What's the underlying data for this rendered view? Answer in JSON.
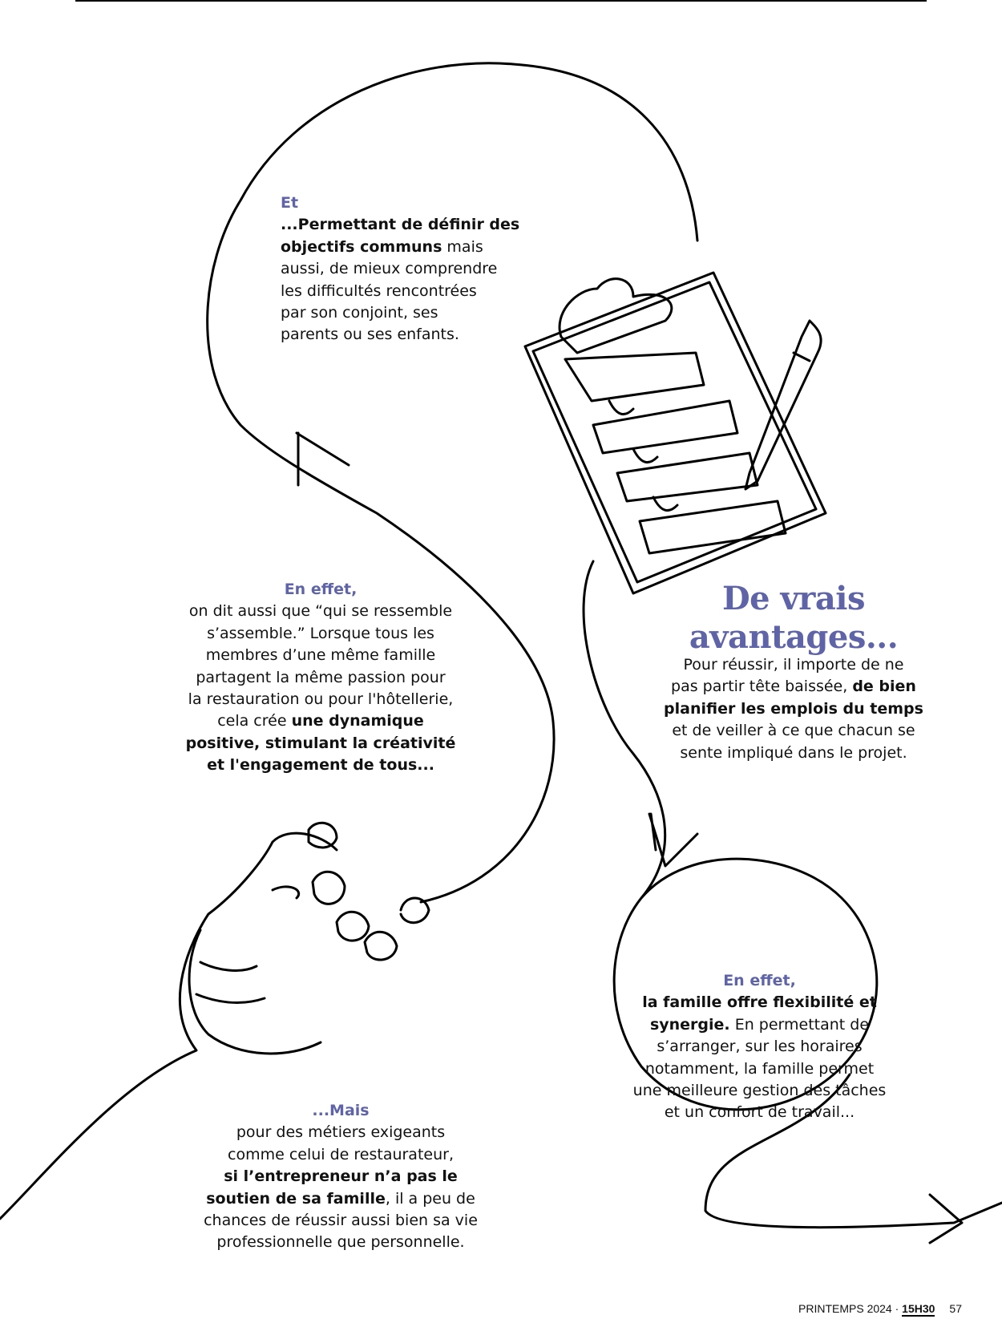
{
  "blocks": {
    "et": {
      "lead": "Et",
      "l1_pre": "...",
      "l1_b": "Permettant de définir des",
      "l2_b": "objectifs communs",
      "l2_t": " mais",
      "l3": "aussi, de mieux comprendre",
      "l4": "les difficultés rencontrées",
      "l5": "par son conjoint, ses",
      "l6": "parents ou ses enfants."
    },
    "en_effet_1": {
      "lead": "En effet,",
      "l1": "on dit aussi que “qui se ressemble",
      "l2": "s’assemble.” Lorsque tous les",
      "l3": "membres d’une même famille",
      "l4": "partagent la même passion pour",
      "l5": "la restauration ou pour l'hôtellerie,",
      "l6_t": "cela crée ",
      "l6_b": "une dynamique",
      "l7_b": "positive, stimulant la créativité",
      "l8_b": "et l'engagement de tous..."
    },
    "avantages": {
      "heading_1": "De vrais",
      "heading_2": "avantages...",
      "l1": "Pour réussir, il importe de ne",
      "l2_t": "pas partir tête baissée, ",
      "l2_b": "de bien",
      "l3_b": "planifier les emplois du temps",
      "l4": "et de veiller à ce que chacun se",
      "l5": "sente impliqué dans le projet."
    },
    "en_effet_2": {
      "lead": "En effet,",
      "l1_b": "la famille offre flexibilité et",
      "l2_b": "synergie.",
      "l2_t": " En permettant de",
      "l3": "s’arranger, sur les horaires",
      "l4": "notamment, la famille permet",
      "l5": "une meilleure gestion des tâches",
      "l6": "et un confort de travail..."
    },
    "mais": {
      "lead": "...Mais",
      "l1": "pour des métiers exigeants",
      "l2": "comme celui de restaurateur,",
      "l3_b": "si l’entrepreneur n’a pas le",
      "l4_b": "soutien de sa famille",
      "l4_t": ", il a peu de",
      "l5": "chances de réussir aussi bien sa vie",
      "l6": "professionnelle que personnelle."
    }
  },
  "footer": {
    "season": "PRINTEMPS 2024 · ",
    "magazine": "15H30",
    "page": "57"
  },
  "colors": {
    "accent": "#5f64a8",
    "text": "#111111",
    "line": "#000000"
  },
  "icons": [
    "clipboard-icon",
    "pen-icon",
    "handshake-icon",
    "arrow-icon"
  ]
}
